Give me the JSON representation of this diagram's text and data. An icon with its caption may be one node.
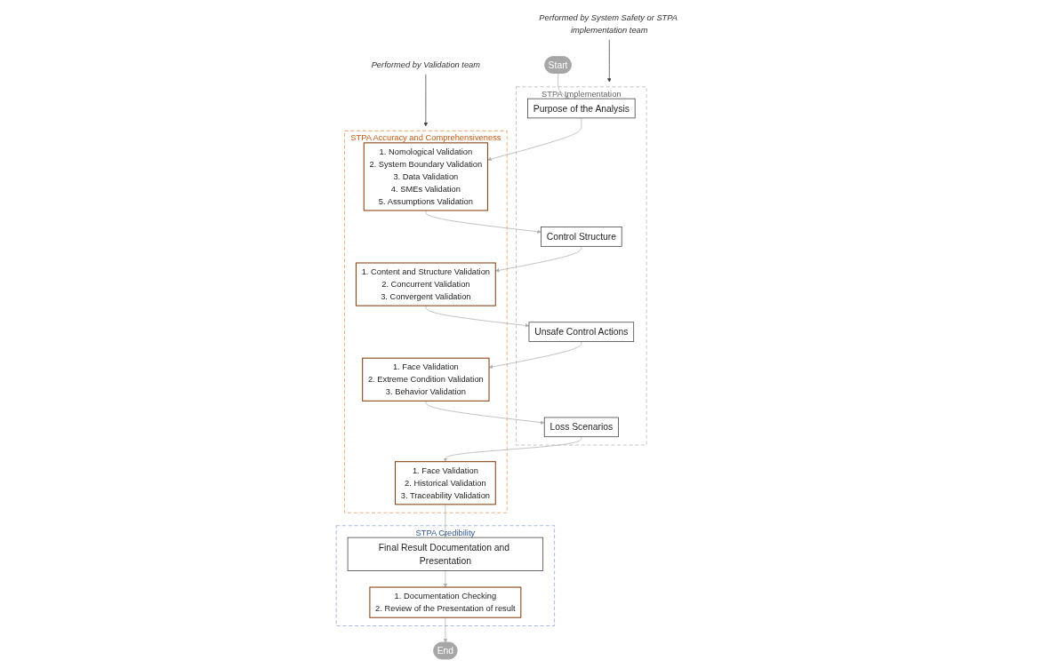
{
  "diagram": {
    "nodes": [
      {
        "text": [
          "Performed by System Safety or STPA implementation team"
        ]
      },
      {
        "text": [
          "Performed by Validation team"
        ]
      },
      {
        "text": [
          "Start"
        ]
      },
      {
        "text": [
          "STPA Implementation"
        ]
      },
      {
        "text": [
          "Purpose of the Analysis"
        ],
        "in": 3
      },
      {
        "text": [
          "Control Structure"
        ],
        "in": 3
      },
      {
        "text": [
          "Unsafe Control Actions"
        ],
        "in": 3
      },
      {
        "text": [
          "Loss Scenarios"
        ],
        "in": 3
      },
      {
        "text": [
          "STPA Accuracy and Comprehensiveness"
        ]
      },
      {
        "text": [
          "1. Nomological Validation",
          "2. System Boundary Validation",
          "3. Data Validation",
          "4. SMEs Validation",
          "5. Assumptions Validation"
        ],
        "in": 8
      },
      {
        "text": [
          "1. Content and Structure Validation",
          "2. Concurrent Validation",
          "3. Convergent Validation"
        ],
        "in": 8
      },
      {
        "text": [
          "1. Face Validation",
          "2. Extreme Condition Validation",
          "3. Behavior Validation"
        ],
        "in": 8
      },
      {
        "text": [
          "1. Face Validation",
          "2. Historical Validation",
          "3. Traceability Validation"
        ],
        "in": 8
      },
      {
        "text": [
          "STPA Credibility"
        ]
      },
      {
        "text": [
          "Final Result Documentation and Presentation"
        ],
        "in": 13
      },
      {
        "text": [
          "1. Documentation Checking",
          "2. Review of the Presentation of result"
        ],
        "in": 13
      },
      {
        "text": [
          "End"
        ]
      }
    ],
    "edges": [
      {
        "from": 0,
        "to": 3,
        "arrow": "to",
        "color": "#404040"
      },
      {
        "from": 1,
        "to": 8,
        "arrow": "to",
        "color": "#404040"
      },
      {
        "from": 2,
        "to": 4,
        "arrow": "to"
      },
      {
        "from": 4,
        "to": 9,
        "arrow": "to"
      },
      {
        "from": 9,
        "to": 5,
        "arrow": "to"
      },
      {
        "from": 5,
        "to": 10,
        "arrow": "to"
      },
      {
        "from": 10,
        "to": 6,
        "arrow": "to"
      },
      {
        "from": 6,
        "to": 11,
        "arrow": "to"
      },
      {
        "from": 11,
        "to": 7,
        "arrow": "to"
      },
      {
        "from": 7,
        "to": 12,
        "arrow": "to"
      },
      {
        "from": 12,
        "to": 14,
        "arrow": "to"
      },
      {
        "from": 14,
        "to": 15,
        "arrow": "to"
      },
      {
        "from": 15,
        "to": 16,
        "arrow": "to"
      }
    ]
  }
}
